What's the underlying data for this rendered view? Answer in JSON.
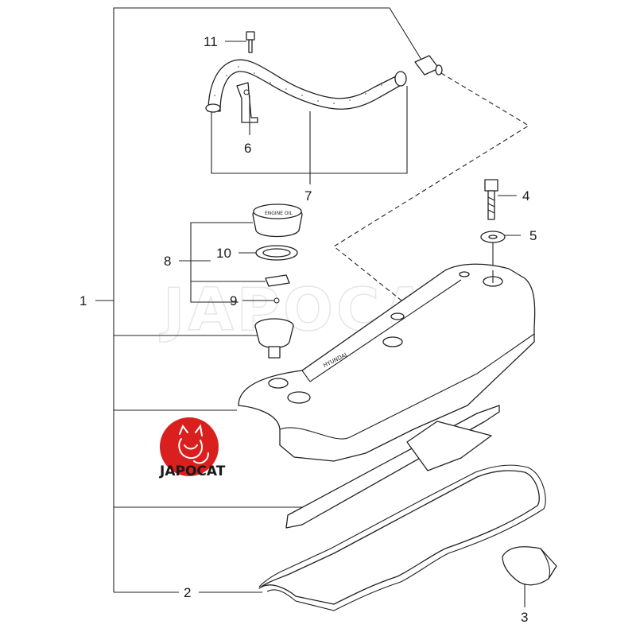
{
  "callouts": {
    "c1": "1",
    "c2": "2",
    "c3": "3",
    "c4": "4",
    "c5": "5",
    "c6": "6",
    "c7": "7",
    "c8": "8",
    "c9": "9",
    "c10": "10",
    "c11": "11"
  },
  "watermark": "JAPOCAT",
  "logo": {
    "text": "JAPOCAT",
    "badge_color": "#d9201f"
  },
  "part_text": {
    "oil_cap": "ENGINE OIL",
    "cover": "HYUNDAI"
  }
}
